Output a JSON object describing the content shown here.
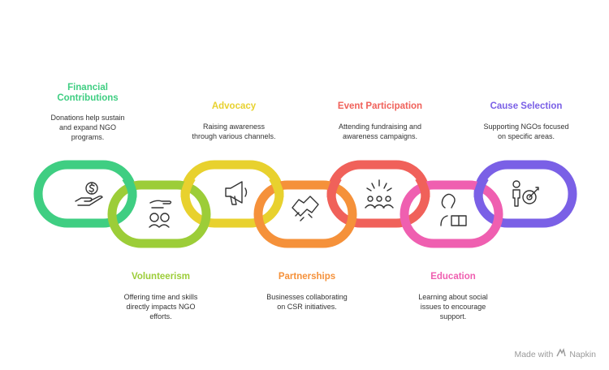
{
  "items": [
    {
      "id": "financial",
      "title": "Financial\nContributions",
      "description": "Donations help sustain\nand expand NGO\nprograms.",
      "color": "#3fce82",
      "icon": "dollar-hand-icon"
    },
    {
      "id": "volunteerism",
      "title": "Volunteerism",
      "description": "Offering time and skills\ndirectly impacts NGO\nefforts.",
      "color": "#9ccd38",
      "icon": "volunteer-hands-icon"
    },
    {
      "id": "advocacy",
      "title": "Advocacy",
      "description": "Raising awareness\nthrough various channels.",
      "color": "#e8d12e",
      "icon": "megaphone-icon"
    },
    {
      "id": "partnerships",
      "title": "Partnerships",
      "description": "Businesses collaborating\non CSR initiatives.",
      "color": "#f5913a",
      "icon": "handshake-icon"
    },
    {
      "id": "event",
      "title": "Event Participation",
      "description": "Attending fundraising and\nawareness campaigns.",
      "color": "#f0615a",
      "icon": "crowd-celebration-icon"
    },
    {
      "id": "education",
      "title": "Education",
      "description": "Learning about social\nissues to encourage\nsupport.",
      "color": "#ef5fb0",
      "icon": "reading-person-icon"
    },
    {
      "id": "cause",
      "title": "Cause Selection",
      "description": "Supporting NGOs focused\non specific areas.",
      "color": "#7a60e6",
      "icon": "person-target-icon"
    }
  ],
  "footer": {
    "text": "Made with",
    "brand": "Napkin"
  }
}
